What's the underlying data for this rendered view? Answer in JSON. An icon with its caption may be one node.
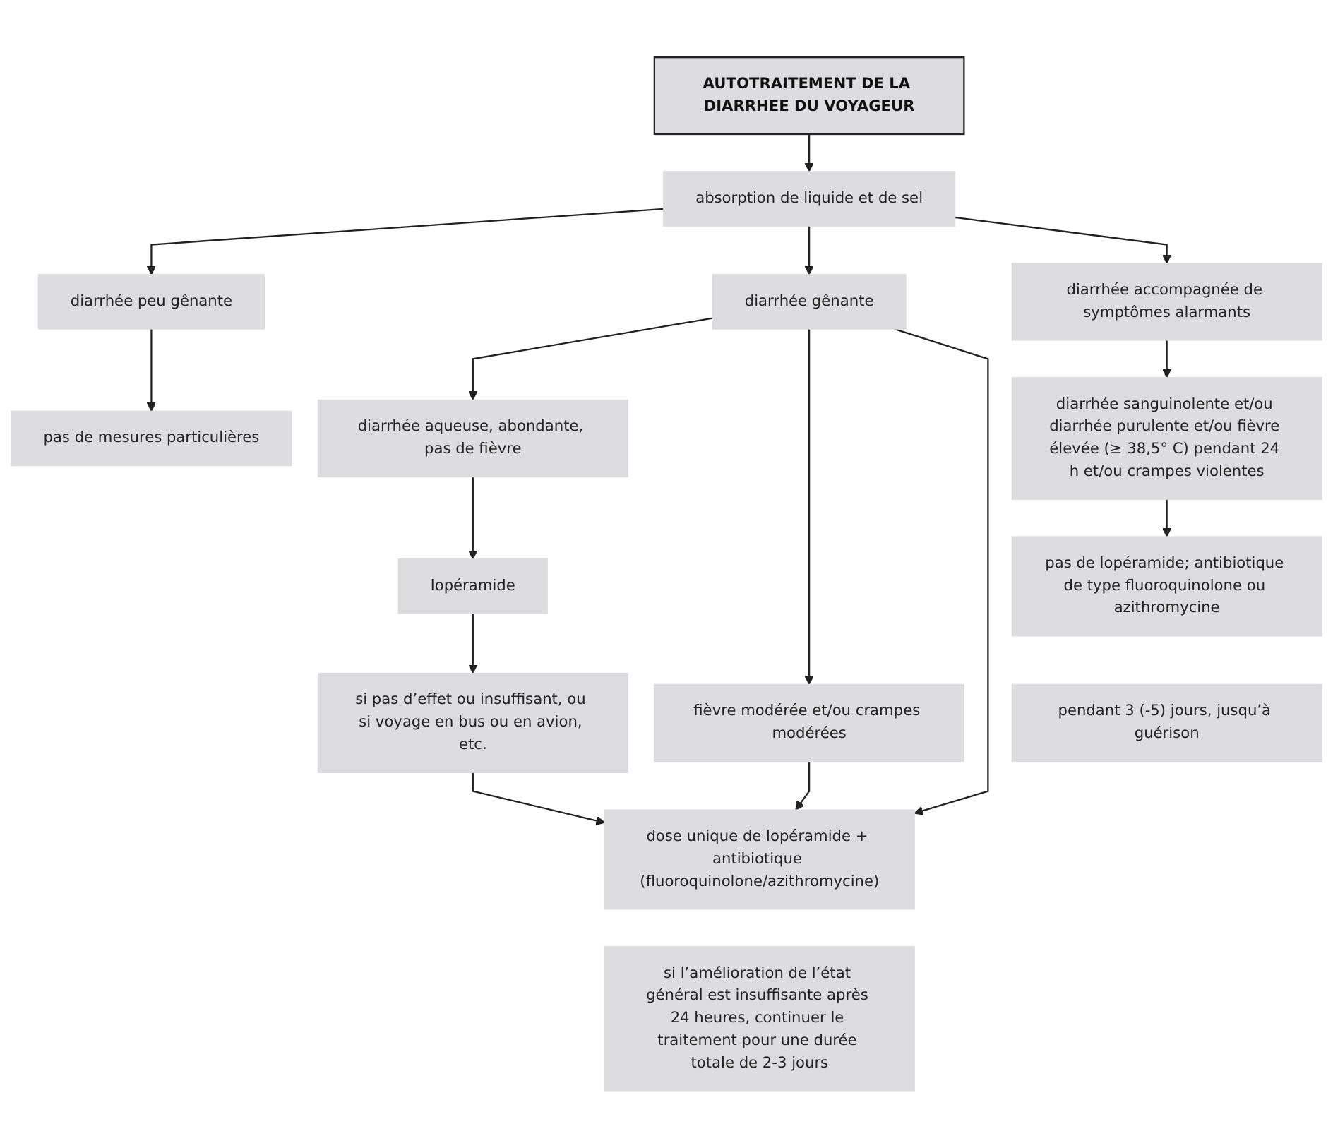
{
  "diagram": {
    "nodes": [
      {
        "text": [
          "AUTOTRAITEMENT DE LA DIARRHEE DU VOYAGEUR"
        ]
      },
      {
        "text": [
          "absorption de liquide et de sel"
        ]
      },
      {
        "text": [
          "diarrhée peu gênante"
        ]
      },
      {
        "text": [
          "diarrhée gênante"
        ]
      },
      {
        "text": [
          "diarrhée accompagnée de symptômes alarmants"
        ]
      },
      {
        "text": [
          "diarrhée aqueuse, abondante, pas de fièvre"
        ]
      },
      {
        "text": [
          "fièvre modérée et/ou crampes modérées"
        ]
      },
      {
        "text": [
          "lopéramide"
        ]
      },
      {
        "text": [
          "diarrhée sanguinolente et/ou diarrhée purulente et/ou fièvre élevée (≥ 38,5° C) pendant 24 h et/ou crampes violentes"
        ]
      },
      {
        "text": [
          "si pas d’effet ou insuffisant, ou si voyage en bus ou en avion, etc."
        ]
      },
      {
        "text": [
          "pas de mesures particulières"
        ]
      },
      {
        "text": [
          "dose unique de lopéramide + antibiotique (fluoroquinolone/azithromycine)"
        ]
      },
      {
        "text": [
          "pas de lopéramide; antibiotique de type fluoroquinolone ou azithromycine"
        ]
      },
      {
        "text": [
          "si l’amélioration de l’état général est insuffisante après 24 heures, continuer le traitement pour une durée totale de 2-3 jours"
        ]
      },
      {
        "text": [
          "pendant 3 (-5) jours, jusqu’à guérison"
        ]
      }
    ],
    "edges": [
      {
        "from": 0,
        "to": 1,
        "arrow": "to"
      },
      {
        "from": 1,
        "to": 2,
        "arrow": "to"
      },
      {
        "from": 1,
        "to": 3,
        "arrow": "to"
      },
      {
        "from": 1,
        "to": 4,
        "arrow": "to"
      },
      {
        "from": 2,
        "to": 10,
        "arrow": "to"
      },
      {
        "from": 3,
        "to": 5,
        "arrow": "to"
      },
      {
        "from": 3,
        "to": 6,
        "arrow": "to"
      },
      {
        "from": 3,
        "to": 11,
        "arrow": "to"
      },
      {
        "from": 5,
        "to": 7,
        "arrow": "to"
      },
      {
        "from": 7,
        "to": 9,
        "arrow": "to"
      },
      {
        "from": 9,
        "to": 11,
        "arrow": "to"
      },
      {
        "from": 6,
        "to": 11,
        "arrow": "to"
      },
      {
        "from": 4,
        "to": 8,
        "arrow": "to"
      },
      {
        "from": 8,
        "to": 12,
        "arrow": "to"
      }
    ]
  }
}
